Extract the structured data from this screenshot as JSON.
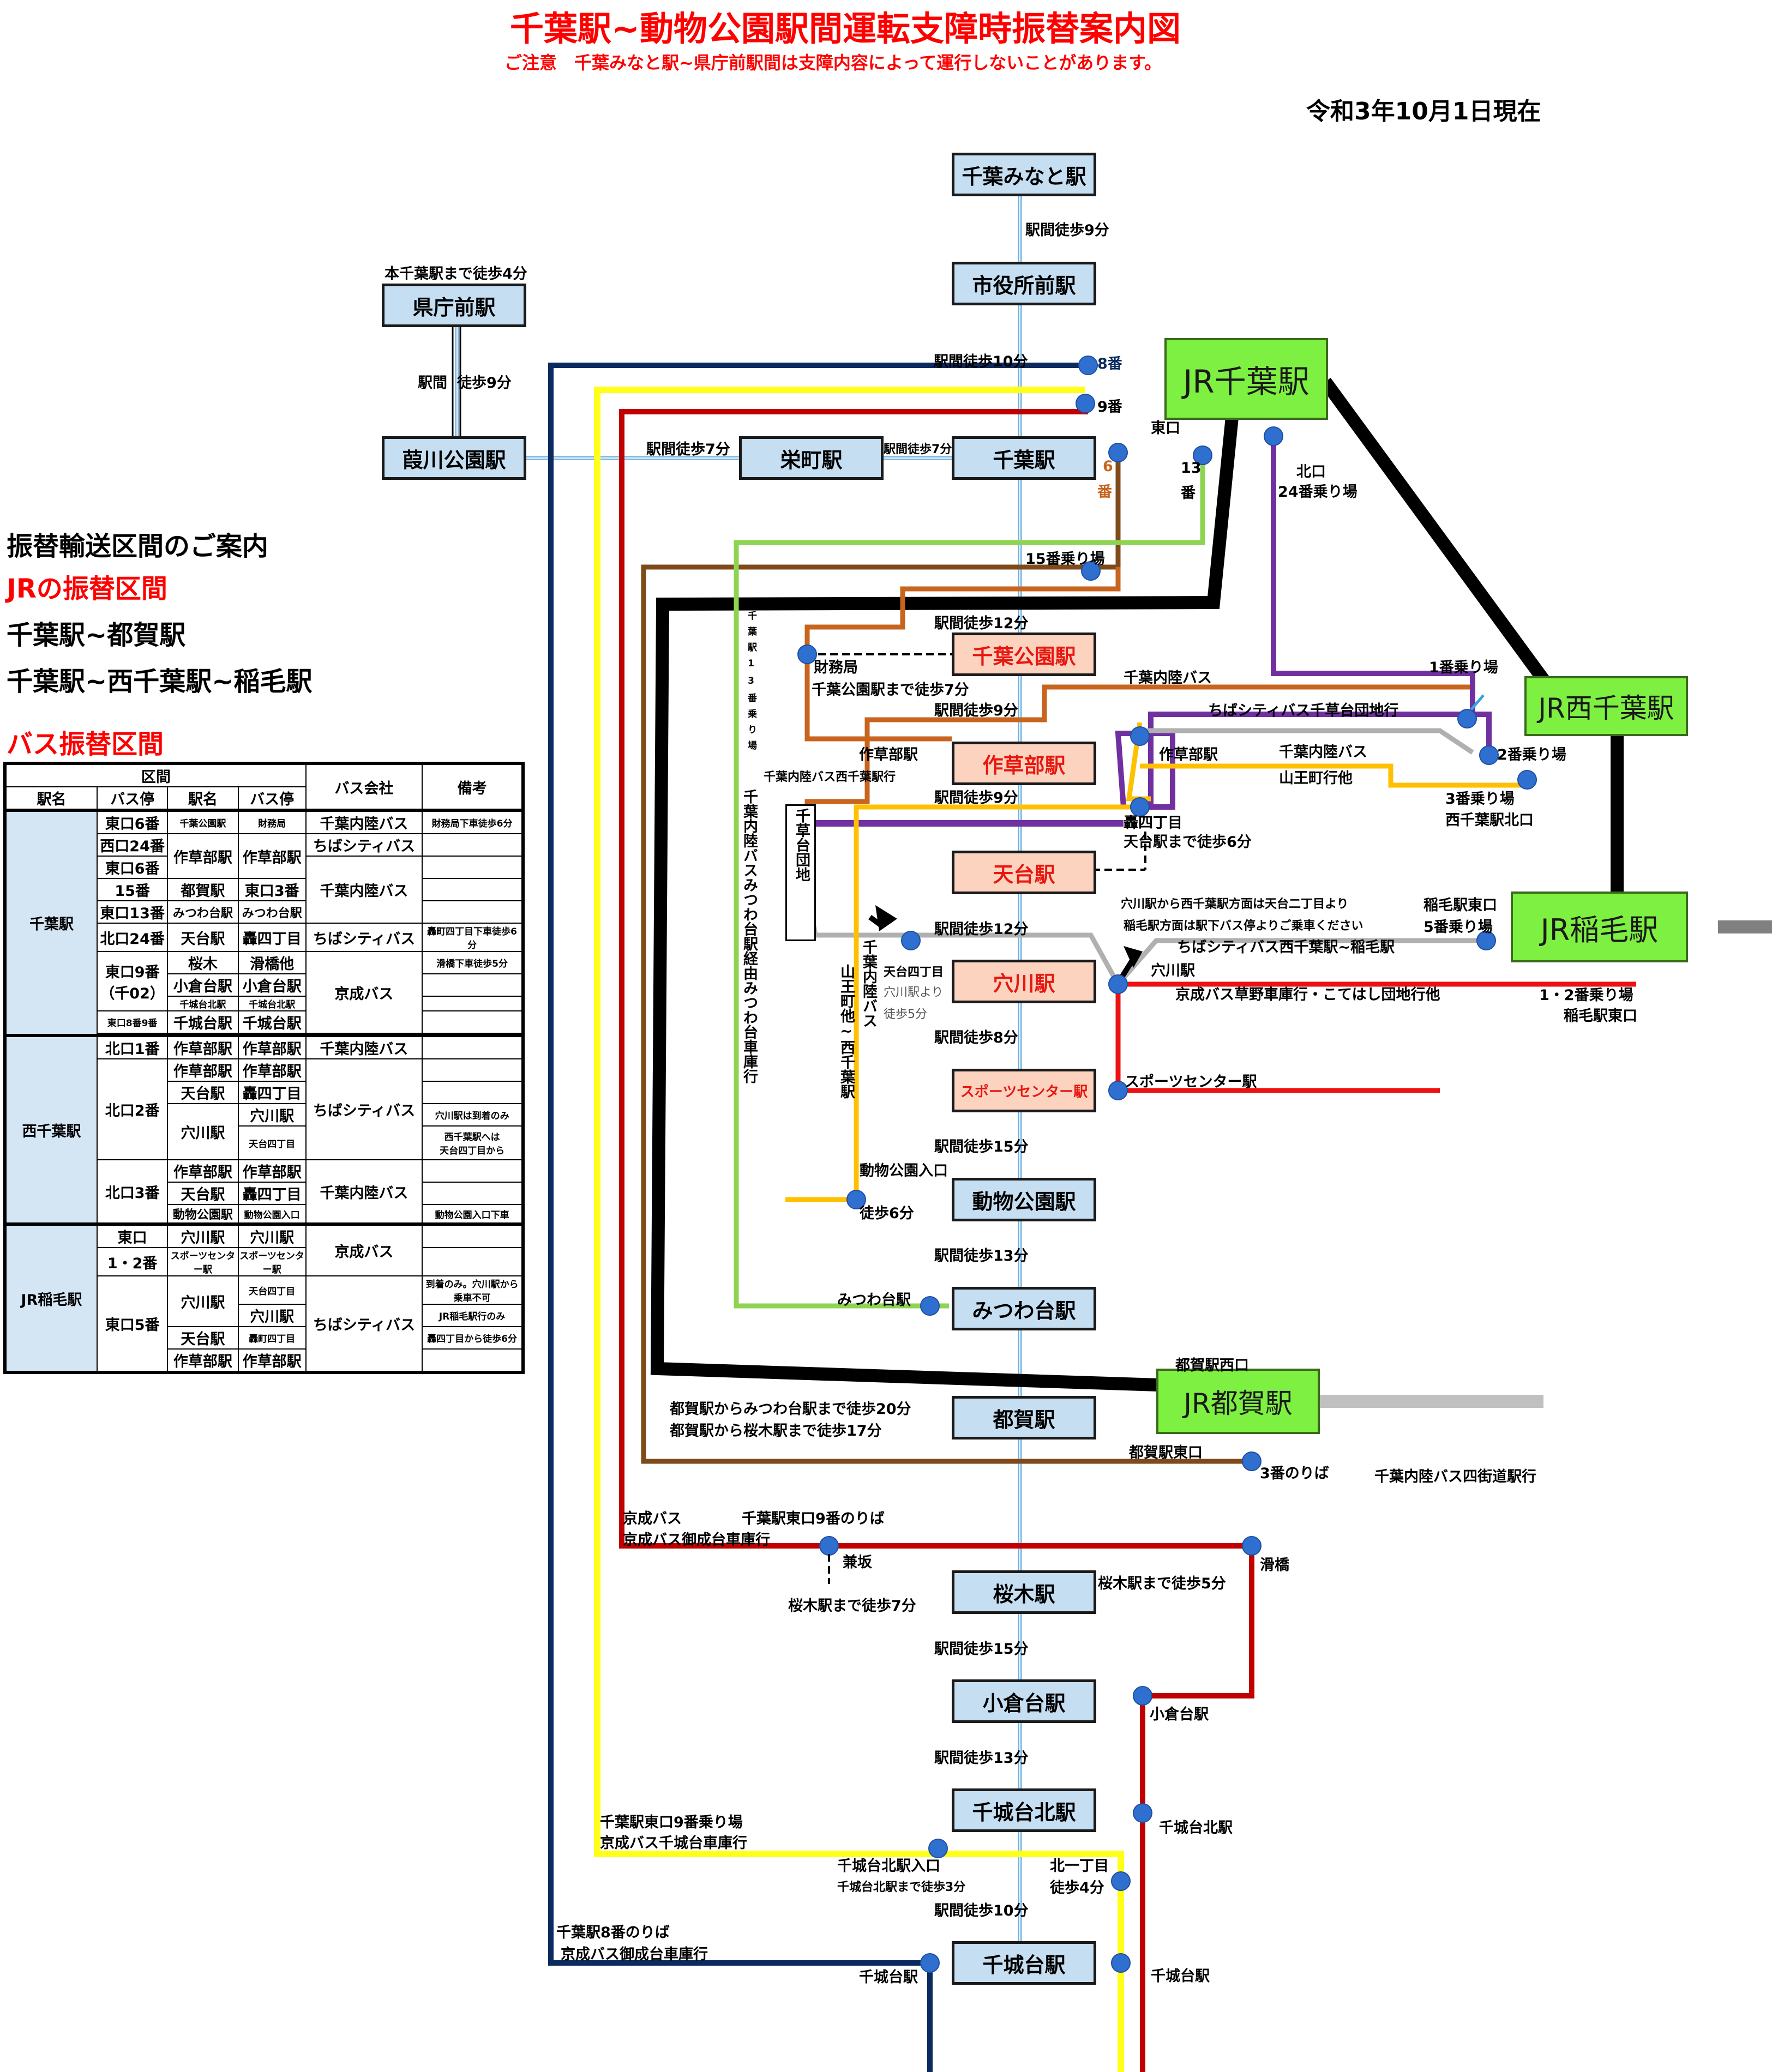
{
  "header": {
    "title": "千葉駅~動物公園駅間運転支障時振替案内図",
    "caution": "ご注意　千葉みなと駅~県庁前駅間は支障内容によって運行しないことがあります。",
    "date": "令和3年10月1日現在"
  },
  "stations": {
    "chiba_minato": "千葉みなと駅",
    "shiyakusho": "市役所前駅",
    "chiba": "千葉駅",
    "sakaecho": "栄町駅",
    "kencho": "県庁前駅",
    "yoshikawa": "葭川公園駅",
    "chiba_koen": "千葉公園駅",
    "sakusabe": "作草部駅",
    "tendai": "天台駅",
    "anagawa": "穴川駅",
    "sports": "スポーツセンター駅",
    "dobutsu": "動物公園駅",
    "mitsuwadai": "みつわ台駅",
    "tsuga": "都賀駅",
    "sakuragi": "桜木駅",
    "oguradai": "小倉台駅",
    "chishirodai_kita": "千城台北駅",
    "chishirodai": "千城台駅",
    "jr_chiba": "JR千葉駅",
    "jr_nishichiba": "JR西千葉駅",
    "jr_inage": "JR稲毛駅",
    "jr_tsuga": "JR都賀駅"
  },
  "walk": {
    "minato_shiyaku": "駅間徒歩9分",
    "shiyaku_chiba": "駅間徒歩10分",
    "kencho_note": "本千葉駅まで徒歩4分",
    "kencho_yoshikawa_1": "駅間",
    "kencho_yoshikawa_2": "徒歩9分",
    "yoshikawa_sakae": "駅間徒歩7分",
    "sakae_chiba": "駅間徒歩7分",
    "chiba_koen": "駅間徒歩12分",
    "koen_sakusabe": "駅間徒歩9分",
    "sakusabe_tendai": "駅間徒歩9分",
    "tendai_anagawa": "駅間徒歩12分",
    "anagawa_sports": "駅間徒歩8分",
    "sports_dobutsu": "駅間徒歩15分",
    "dobutsu_mitsuwa": "駅間徒歩13分",
    "sakuragi_ogura": "駅間徒歩15分",
    "ogura_kita": "駅間徒歩13分",
    "kita_chishiro": "駅間徒歩10分"
  },
  "labels": {
    "bay8": "8番",
    "bay9": "9番",
    "bay6a": "6",
    "bay6b": "番",
    "east_exit": "東口",
    "bay13a": "13",
    "bay13b": "番",
    "north_exit": "北口",
    "bay24": "24番乗り場",
    "bay15": "15番乗り場",
    "zaimukyoku": "財務局",
    "koen_walk": "千葉公園駅まで徒歩7分",
    "naiku_bus": "千葉内陸バス",
    "city_bus_sengusa": "ちばシティバス千草台団地行",
    "sakusabe_stop_a": "作草部駅",
    "naiku_nishichiba": "千葉内陸バス西千葉駅行",
    "sakusabe_stop_b": "作草部駅",
    "naiku_bus_b": "千葉内陸バス",
    "sannou": "山王町行他",
    "nishi_bay1": "1番乗り場",
    "nishi_bay2": "2番乗り場",
    "nishi_bay3": "3番乗り場",
    "nishi_north": "西千葉駅北口",
    "todoroki": "轟四丁目",
    "tendai_walk": "天台駅まで徒歩6分",
    "senkusa_v": "千草台団地",
    "anagawa_note1": "穴川駅から西千葉駅方面は天台二丁目より",
    "anagawa_note2": "稲毛駅方面は駅下バス停よりご乗車ください",
    "city_inage": "ちばシティバス西千葉駅~稲毛駅",
    "inage_east": "稲毛駅東口",
    "inage_bay5": "5番乗り場",
    "anagawa_stop": "穴川駅",
    "keisei_kusano": "京成バス草野車庫行・こてはし団地行他",
    "inage_bay12": "1・2番乗り場",
    "inage_east2": "稲毛駅東口",
    "tendai4": "天台四丁目",
    "anagawa_from": "穴川駅より",
    "walk5": "徒歩5分",
    "sannou_v": "山王町他~西千葉駅",
    "naiku_v": "千葉内陸バス",
    "sports_stop": "スポーツセンター駅",
    "dobutsu_entrance": "動物公園入口",
    "walk6": "徒歩6分",
    "mitsuwa_stop": "みつわ台駅",
    "mitsuwa_bus_v": "千葉内陸バスみつわ台駅経由みつわ台車庫行",
    "mitsuwa_bay_v": "千葉駅13番乗り場",
    "tsuga_west": "都賀駅西口",
    "tsuga_walk1": "都賀駅からみつわ台駅まで徒歩20分",
    "tsuga_walk2": "都賀駅から桜木駅まで徒歩17分",
    "tsuga_east": "都賀駅東口",
    "tsuga_bay3": "3番のりば",
    "naiku_yotsukaido": "千葉内陸バス四街道駅行",
    "keisei_bus": "京成バス",
    "chiba_east9": "千葉駅東口9番のりば",
    "keisei_onari": "京成バス御成台車庫行",
    "kanesaka": "兼坂",
    "sakuragi_walk7": "桜木駅まで徒歩7分",
    "namegawa": "滑橋",
    "sakuragi_walk5": "桜木駅まで徒歩5分",
    "ogura_stop": "小倉台駅",
    "kita_stop": "千城台北駅",
    "east9_bay": "千葉駅東口9番乗り場",
    "keisei_chishiro": "京成バス千城台車庫行",
    "kita_entrance": "千城台北駅入口",
    "kita_walk3": "千城台北駅まで徒歩3分",
    "kita1": "北一丁目",
    "walk4": "徒歩4分",
    "east8_bay": "千葉駅8番のりば",
    "keisei_onari2": "京成バス御成台車庫行",
    "chishiro_stop_a": "千城台駅",
    "chishiro_stop_b": "千城台駅"
  },
  "side": {
    "heading": "振替輸送区間のご案内",
    "jr_heading": "JRの振替区間",
    "jr1": "千葉駅~都賀駅",
    "jr2": "千葉駅~西千葉駅~稲毛駅",
    "bus_heading": "バス振替区間"
  },
  "table": {
    "h_section": "区間",
    "h_station": "駅名",
    "h_stop": "バス停",
    "h_station2": "駅名",
    "h_stop2": "バス停",
    "h_company": "バス会社",
    "h_note": "備考",
    "g1": "千葉駅",
    "g2": "西千葉駅",
    "g3": "JR稲毛駅",
    "r1": [
      "東口6番",
      "千葉公園駅",
      "財務局",
      "千葉内陸バス",
      "財務局下車徒歩6分"
    ],
    "r2": [
      "西口24番",
      "作草部駅",
      "作草部駅",
      "ちばシティバス"
    ],
    "r3": [
      "東口6番"
    ],
    "r4": [
      "15番",
      "都賀駅",
      "東口3番",
      "千葉内陸バス"
    ],
    "r5": [
      "東口13番",
      "みつわ台駅",
      "みつわ台駅"
    ],
    "r6": [
      "北口24番",
      "天台駅",
      "轟四丁目",
      "ちばシティバス",
      "轟町四丁目下車徒歩6分"
    ],
    "r7": [
      "東口9番",
      "桜木",
      "滑橋他",
      "滑橋下車徒歩5分"
    ],
    "r7b": "（千02）",
    "r8": [
      "小倉台駅",
      "小倉台駅",
      "京成バス"
    ],
    "r9": [
      "千城台北駅",
      "千城台北駅"
    ],
    "r10": [
      "東口8番9番",
      "千城台駅",
      "千城台駅"
    ],
    "r11": [
      "北口1番",
      "作草部駅",
      "作草部駅",
      "千葉内陸バス"
    ],
    "r12": [
      "北口2番",
      "作草部駅",
      "作草部駅"
    ],
    "r13": [
      "天台駅",
      "轟四丁目",
      "ちばシティバス"
    ],
    "r14": [
      "穴川駅",
      "穴川駅",
      "穴川駅は到着のみ"
    ],
    "r15": [
      "天台四丁目",
      "西千葉駅へは",
      "天台四丁目から"
    ],
    "r16": [
      "北口3番",
      "作草部駅",
      "作草部駅",
      "千葉内陸バス"
    ],
    "r17": [
      "天台駅",
      "轟四丁目"
    ],
    "r18": [
      "動物公園駅",
      "動物公園入口",
      "動物公園入口下車"
    ],
    "r19": [
      "東口",
      "穴川駅",
      "穴川駅",
      "京成バス"
    ],
    "r20": [
      "1・2番",
      "スポーツセンター駅",
      "スポーツセンター駅"
    ],
    "r21": [
      "東口5番",
      "穴川駅",
      "天台四丁目",
      "ちばシティバス",
      "到着のみ。穴川駅から乗車不可"
    ],
    "r22": [
      "穴川駅",
      "JR稲毛駅行のみ"
    ],
    "r23": [
      "天台駅",
      "轟町四丁目",
      "轟四丁目から徒歩6分"
    ],
    "r24": [
      "作草部駅",
      "作草部駅"
    ]
  },
  "colors": {
    "monorail": "#6eb0e0",
    "navy": "#0b2a5f",
    "yellow": "#ffff1a",
    "red": "#c00000",
    "red_bright": "#ee1111",
    "brown": "#7f4a1a",
    "black": "#000000",
    "green": "#8ed452",
    "orange": "#c8641e",
    "purple": "#7030a0",
    "gray": "#b0b0b0",
    "gold": "#ffc000",
    "dot": "#2f6fd0"
  }
}
